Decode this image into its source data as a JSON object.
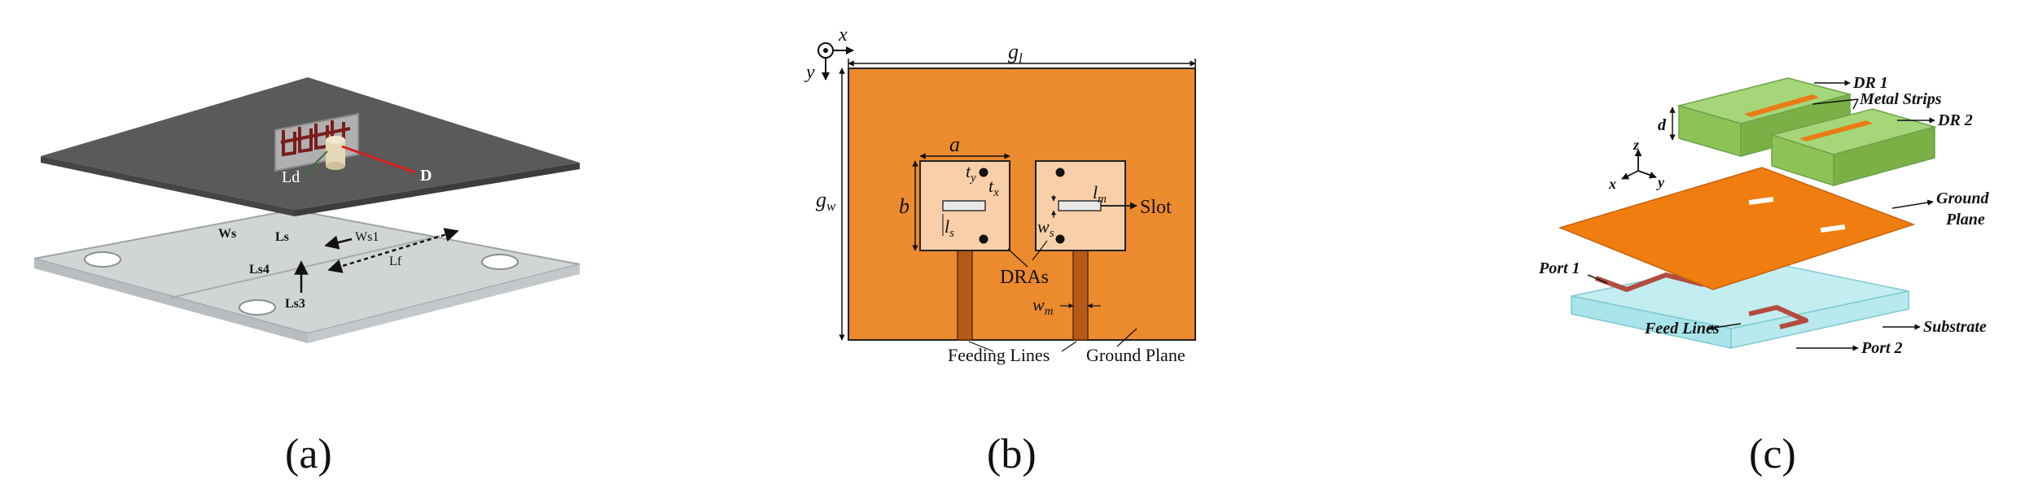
{
  "panel_a": {
    "caption": "(a)",
    "labels": {
      "ld": "Ld",
      "d": "D",
      "ws": "Ws",
      "ls": "Ls",
      "ws1": "Ws1",
      "lf": "Lf",
      "ls4": "Ls4",
      "ls3": "Ls3"
    }
  },
  "panel_b": {
    "caption": "(b)",
    "labels": {
      "axis_x": "x",
      "axis_y": "y",
      "gl": "g",
      "gl_sub": "l",
      "gw": "g",
      "gw_sub": "w",
      "a": "a",
      "b": "b",
      "ty": "t",
      "ty_sub": "y",
      "tx": "t",
      "tx_sub": "x",
      "ls": "l",
      "ls_sub": "s",
      "lm": "l",
      "lm_sub": "m",
      "ws": "w",
      "ws_sub": "s",
      "wm": "w",
      "wm_sub": "m",
      "slot": "Slot",
      "dras": "DRAs",
      "feeding_lines": "Feeding Lines",
      "ground_plane": "Ground Plane"
    }
  },
  "panel_c": {
    "caption": "(c)",
    "labels": {
      "dr1": "DR 1",
      "dr2": "DR 2",
      "metal_strips": "Metal Strips",
      "d": "d",
      "ground": "Ground",
      "plane": "Plane",
      "port1": "Port 1",
      "port2": "Port 2",
      "feed_lines": "Feed Lines",
      "substrate": "Substrate",
      "axis_x": "x",
      "axis_y": "y",
      "axis_z": "z"
    }
  },
  "colors": {
    "orange_ground": "#ec8a2e",
    "dra_fill": "#f8cfa8",
    "dark_plate": "#5a5a5a",
    "grey_plate": "#d2d5d6",
    "green_dr": "#8dc356",
    "cyan_substrate": "#a9e4ea",
    "feed_red": "#b34c40"
  }
}
